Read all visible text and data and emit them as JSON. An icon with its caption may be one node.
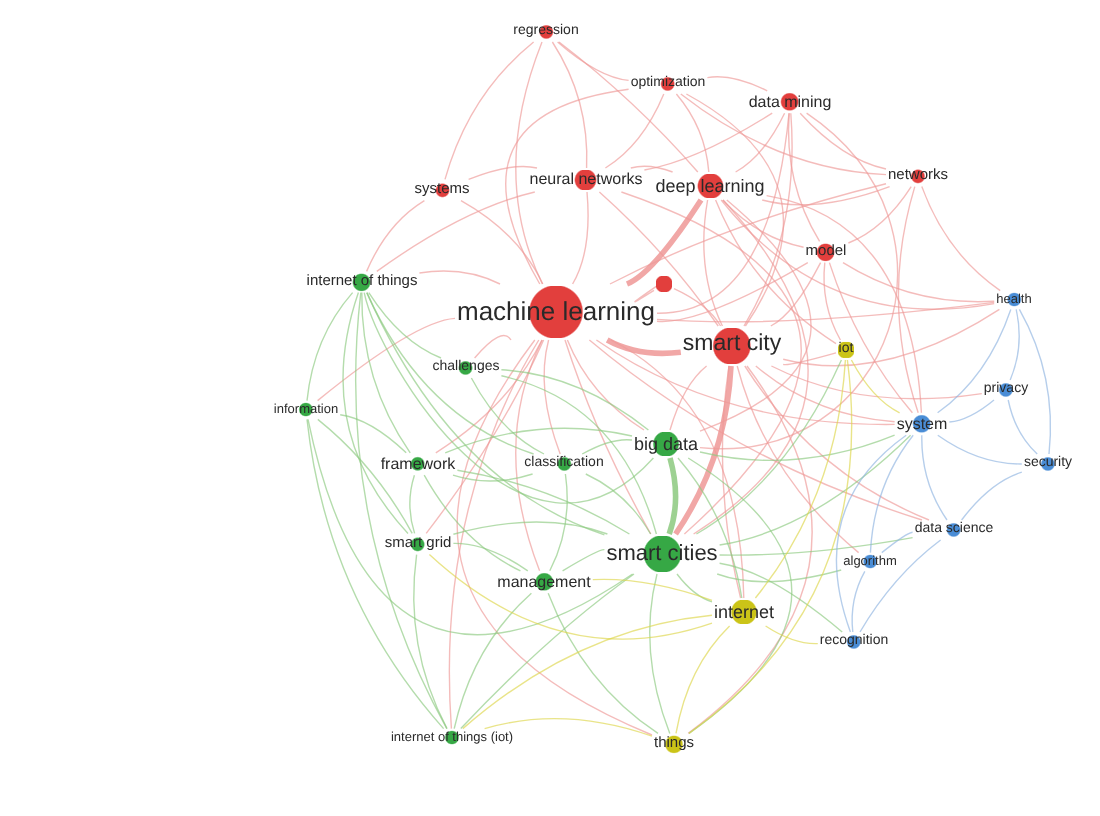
{
  "diagram": {
    "nodes": [
      {
        "text": [
          "regression"
        ]
      },
      {
        "text": [
          "optimization"
        ]
      },
      {
        "text": [
          "data mining"
        ]
      },
      {
        "text": [
          "systems"
        ]
      },
      {
        "text": [
          "neural networks"
        ]
      },
      {
        "text": [
          "deep learning"
        ]
      },
      {
        "text": [
          "networks"
        ]
      },
      {
        "text": [
          "model"
        ]
      },
      {
        "text": [],
        "shape": "circle"
      },
      {
        "text": [
          "internet of things"
        ]
      },
      {
        "text": [
          "machine learning"
        ]
      },
      {
        "text": [
          "smart city"
        ]
      },
      {
        "text": [
          "iot"
        ]
      },
      {
        "text": [
          "health"
        ]
      },
      {
        "text": [
          "challenges"
        ]
      },
      {
        "text": [
          "privacy"
        ]
      },
      {
        "text": [
          "information"
        ]
      },
      {
        "text": [
          "system"
        ]
      },
      {
        "text": [
          "big data"
        ]
      },
      {
        "text": [
          "framework"
        ]
      },
      {
        "text": [
          "classification"
        ]
      },
      {
        "text": [
          "security"
        ]
      },
      {
        "text": [
          "data science"
        ]
      },
      {
        "text": [
          "smart grid"
        ]
      },
      {
        "text": [
          "smart cities"
        ]
      },
      {
        "text": [
          "algorithm"
        ]
      },
      {
        "text": [
          "management"
        ]
      },
      {
        "text": [
          "internet"
        ]
      },
      {
        "text": [
          "recognition"
        ]
      },
      {
        "text": [
          "internet of things (iot)"
        ]
      },
      {
        "text": [
          "things"
        ]
      }
    ],
    "edges": [
      {
        "from": 10,
        "to": 0,
        "arrow": "none"
      },
      {
        "from": 10,
        "to": 1,
        "arrow": "none"
      },
      {
        "from": 10,
        "to": 2,
        "arrow": "none"
      },
      {
        "from": 10,
        "to": 3,
        "arrow": "none"
      },
      {
        "from": 10,
        "to": 4,
        "arrow": "none"
      },
      {
        "from": 10,
        "to": 5,
        "arrow": "none",
        "style": "thick"
      },
      {
        "from": 10,
        "to": 6,
        "arrow": "none"
      },
      {
        "from": 10,
        "to": 7,
        "arrow": "none"
      },
      {
        "from": 10,
        "to": 8,
        "arrow": "none"
      },
      {
        "from": 10,
        "to": 11,
        "arrow": "none",
        "style": "thick"
      },
      {
        "from": 10,
        "to": 9,
        "arrow": "none"
      },
      {
        "from": 10,
        "to": 14,
        "arrow": "none"
      },
      {
        "from": 10,
        "to": 16,
        "arrow": "none"
      },
      {
        "from": 10,
        "to": 19,
        "arrow": "none"
      },
      {
        "from": 10,
        "to": 20,
        "arrow": "none"
      },
      {
        "from": 10,
        "to": 18,
        "arrow": "none"
      },
      {
        "from": 10,
        "to": 24,
        "arrow": "none"
      },
      {
        "from": 10,
        "to": 26,
        "arrow": "none"
      },
      {
        "from": 10,
        "to": 23,
        "arrow": "none"
      },
      {
        "from": 10,
        "to": 27,
        "arrow": "none"
      },
      {
        "from": 10,
        "to": 30,
        "arrow": "none"
      },
      {
        "from": 10,
        "to": 17,
        "arrow": "none"
      },
      {
        "from": 10,
        "to": 13,
        "arrow": "none"
      },
      {
        "from": 10,
        "to": 22,
        "arrow": "none"
      },
      {
        "from": 10,
        "to": 29,
        "arrow": "none"
      },
      {
        "from": 5,
        "to": 0,
        "arrow": "none"
      },
      {
        "from": 5,
        "to": 1,
        "arrow": "none"
      },
      {
        "from": 5,
        "to": 2,
        "arrow": "none"
      },
      {
        "from": 5,
        "to": 4,
        "arrow": "none"
      },
      {
        "from": 5,
        "to": 6,
        "arrow": "none"
      },
      {
        "from": 5,
        "to": 7,
        "arrow": "none"
      },
      {
        "from": 5,
        "to": 11,
        "arrow": "none"
      },
      {
        "from": 5,
        "to": 12,
        "arrow": "none"
      },
      {
        "from": 5,
        "to": 18,
        "arrow": "none"
      },
      {
        "from": 5,
        "to": 24,
        "arrow": "none"
      },
      {
        "from": 5,
        "to": 13,
        "arrow": "none"
      },
      {
        "from": 5,
        "to": 17,
        "arrow": "none"
      },
      {
        "from": 4,
        "to": 0,
        "arrow": "none"
      },
      {
        "from": 4,
        "to": 1,
        "arrow": "none"
      },
      {
        "from": 4,
        "to": 2,
        "arrow": "none"
      },
      {
        "from": 4,
        "to": 3,
        "arrow": "none"
      },
      {
        "from": 4,
        "to": 11,
        "arrow": "none"
      },
      {
        "from": 4,
        "to": 9,
        "arrow": "none"
      },
      {
        "from": 4,
        "to": 24,
        "arrow": "none"
      },
      {
        "from": 11,
        "to": 1,
        "arrow": "none"
      },
      {
        "from": 11,
        "to": 2,
        "arrow": "none"
      },
      {
        "from": 11,
        "to": 7,
        "arrow": "none"
      },
      {
        "from": 11,
        "to": 8,
        "arrow": "none"
      },
      {
        "from": 11,
        "to": 12,
        "arrow": "none"
      },
      {
        "from": 11,
        "to": 13,
        "arrow": "none"
      },
      {
        "from": 11,
        "to": 15,
        "arrow": "none"
      },
      {
        "from": 11,
        "to": 17,
        "arrow": "none"
      },
      {
        "from": 11,
        "to": 18,
        "arrow": "none"
      },
      {
        "from": 11,
        "to": 24,
        "arrow": "none",
        "style": "thick"
      },
      {
        "from": 11,
        "to": 27,
        "arrow": "none"
      },
      {
        "from": 11,
        "to": 30,
        "arrow": "none"
      },
      {
        "from": 11,
        "to": 22,
        "arrow": "none"
      },
      {
        "from": 11,
        "to": 25,
        "arrow": "none"
      },
      {
        "from": 2,
        "to": 1,
        "arrow": "none"
      },
      {
        "from": 2,
        "to": 6,
        "arrow": "none"
      },
      {
        "from": 2,
        "to": 7,
        "arrow": "none"
      },
      {
        "from": 2,
        "to": 18,
        "arrow": "none"
      },
      {
        "from": 7,
        "to": 6,
        "arrow": "none"
      },
      {
        "from": 7,
        "to": 13,
        "arrow": "none"
      },
      {
        "from": 7,
        "to": 17,
        "arrow": "none"
      },
      {
        "from": 7,
        "to": 12,
        "arrow": "none"
      },
      {
        "from": 0,
        "to": 1,
        "arrow": "none"
      },
      {
        "from": 0,
        "to": 3,
        "arrow": "none"
      },
      {
        "from": 1,
        "to": 6,
        "arrow": "none"
      },
      {
        "from": 3,
        "to": 9,
        "arrow": "none"
      },
      {
        "from": 6,
        "to": 13,
        "arrow": "none"
      },
      {
        "from": 6,
        "to": 17,
        "arrow": "none"
      },
      {
        "from": 24,
        "to": 9,
        "arrow": "none",
        "color": "#8cc97f"
      },
      {
        "from": 24,
        "to": 16,
        "arrow": "none",
        "color": "#8cc97f"
      },
      {
        "from": 24,
        "to": 19,
        "arrow": "none",
        "color": "#8cc97f"
      },
      {
        "from": 24,
        "to": 20,
        "arrow": "none",
        "color": "#8cc97f"
      },
      {
        "from": 24,
        "to": 23,
        "arrow": "none",
        "color": "#8cc97f"
      },
      {
        "from": 24,
        "to": 26,
        "arrow": "none",
        "color": "#8cc97f"
      },
      {
        "from": 24,
        "to": 27,
        "arrow": "none",
        "color": "#8cc97f"
      },
      {
        "from": 24,
        "to": 29,
        "arrow": "none",
        "color": "#8cc97f"
      },
      {
        "from": 24,
        "to": 30,
        "arrow": "none",
        "color": "#8cc97f"
      },
      {
        "from": 24,
        "to": 18,
        "arrow": "none",
        "color": "#8cc97f",
        "style": "thick"
      },
      {
        "from": 24,
        "to": 14,
        "arrow": "none",
        "color": "#8cc97f"
      },
      {
        "from": 24,
        "to": 17,
        "arrow": "none",
        "color": "#8cc97f"
      },
      {
        "from": 24,
        "to": 22,
        "arrow": "none",
        "color": "#8cc97f"
      },
      {
        "from": 24,
        "to": 25,
        "arrow": "none",
        "color": "#8cc97f"
      },
      {
        "from": 24,
        "to": 28,
        "arrow": "none",
        "color": "#8cc97f"
      },
      {
        "from": 24,
        "to": 12,
        "arrow": "none",
        "color": "#8cc97f"
      },
      {
        "from": 18,
        "to": 9,
        "arrow": "none",
        "color": "#8cc97f"
      },
      {
        "from": 18,
        "to": 20,
        "arrow": "none",
        "color": "#8cc97f"
      },
      {
        "from": 18,
        "to": 19,
        "arrow": "none",
        "color": "#8cc97f"
      },
      {
        "from": 18,
        "to": 27,
        "arrow": "none",
        "color": "#8cc97f"
      },
      {
        "from": 18,
        "to": 30,
        "arrow": "none",
        "color": "#8cc97f"
      },
      {
        "from": 18,
        "to": 14,
        "arrow": "none",
        "color": "#8cc97f"
      },
      {
        "from": 18,
        "to": 17,
        "arrow": "none",
        "color": "#8cc97f"
      },
      {
        "from": 9,
        "to": 16,
        "arrow": "none",
        "color": "#8cc97f"
      },
      {
        "from": 9,
        "to": 19,
        "arrow": "none",
        "color": "#8cc97f"
      },
      {
        "from": 9,
        "to": 23,
        "arrow": "none",
        "color": "#8cc97f"
      },
      {
        "from": 9,
        "to": 14,
        "arrow": "none",
        "color": "#8cc97f"
      },
      {
        "from": 9,
        "to": 29,
        "arrow": "none",
        "color": "#8cc97f"
      },
      {
        "from": 9,
        "to": 20,
        "arrow": "none",
        "color": "#8cc97f"
      },
      {
        "from": 19,
        "to": 16,
        "arrow": "none",
        "color": "#8cc97f"
      },
      {
        "from": 19,
        "to": 23,
        "arrow": "none",
        "color": "#8cc97f"
      },
      {
        "from": 19,
        "to": 20,
        "arrow": "none",
        "color": "#8cc97f"
      },
      {
        "from": 19,
        "to": 26,
        "arrow": "none",
        "color": "#8cc97f"
      },
      {
        "from": 26,
        "to": 23,
        "arrow": "none",
        "color": "#8cc97f"
      },
      {
        "from": 26,
        "to": 29,
        "arrow": "none",
        "color": "#8cc97f"
      },
      {
        "from": 26,
        "to": 30,
        "arrow": "none",
        "color": "#8cc97f"
      },
      {
        "from": 26,
        "to": 20,
        "arrow": "none",
        "color": "#8cc97f"
      },
      {
        "from": 23,
        "to": 16,
        "arrow": "none",
        "color": "#8cc97f"
      },
      {
        "from": 23,
        "to": 29,
        "arrow": "none",
        "color": "#8cc97f"
      },
      {
        "from": 16,
        "to": 29,
        "arrow": "none",
        "color": "#8cc97f"
      },
      {
        "from": 14,
        "to": 20,
        "arrow": "none",
        "color": "#8cc97f"
      },
      {
        "from": 27,
        "to": 30,
        "arrow": "none",
        "color": "#ddd64a"
      },
      {
        "from": 27,
        "to": 12,
        "arrow": "none",
        "color": "#ddd64a"
      },
      {
        "from": 27,
        "to": 28,
        "arrow": "none",
        "color": "#ddd64a"
      },
      {
        "from": 27,
        "to": 26,
        "arrow": "none",
        "color": "#ddd64a"
      },
      {
        "from": 27,
        "to": 29,
        "arrow": "none",
        "color": "#ddd64a"
      },
      {
        "from": 27,
        "to": 23,
        "arrow": "none",
        "color": "#ddd64a"
      },
      {
        "from": 12,
        "to": 17,
        "arrow": "none",
        "color": "#ddd64a"
      },
      {
        "from": 12,
        "to": 30,
        "arrow": "none",
        "color": "#ddd64a"
      },
      {
        "from": 30,
        "to": 29,
        "arrow": "none",
        "color": "#ddd64a"
      },
      {
        "from": 17,
        "to": 13,
        "arrow": "none",
        "color": "#8fb4e0"
      },
      {
        "from": 17,
        "to": 15,
        "arrow": "none",
        "color": "#8fb4e0"
      },
      {
        "from": 17,
        "to": 21,
        "arrow": "none",
        "color": "#8fb4e0"
      },
      {
        "from": 17,
        "to": 22,
        "arrow": "none",
        "color": "#8fb4e0"
      },
      {
        "from": 17,
        "to": 25,
        "arrow": "none",
        "color": "#8fb4e0"
      },
      {
        "from": 17,
        "to": 28,
        "arrow": "none",
        "color": "#8fb4e0"
      },
      {
        "from": 15,
        "to": 13,
        "arrow": "none",
        "color": "#8fb4e0"
      },
      {
        "from": 15,
        "to": 21,
        "arrow": "none",
        "color": "#8fb4e0"
      },
      {
        "from": 21,
        "to": 13,
        "arrow": "none",
        "color": "#8fb4e0"
      },
      {
        "from": 21,
        "to": 22,
        "arrow": "none",
        "color": "#8fb4e0"
      },
      {
        "from": 22,
        "to": 25,
        "arrow": "none",
        "color": "#8fb4e0"
      },
      {
        "from": 22,
        "to": 28,
        "arrow": "none",
        "color": "#8fb4e0"
      },
      {
        "from": 25,
        "to": 28,
        "arrow": "none",
        "color": "#8fb4e0"
      }
    ]
  }
}
